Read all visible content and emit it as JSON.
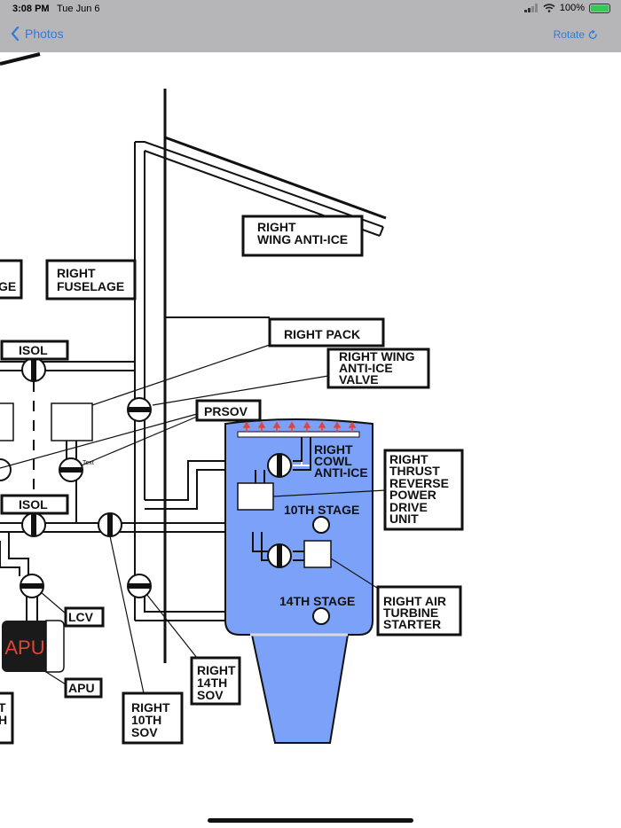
{
  "status": {
    "time": "3:08 PM",
    "date": "Tue Jun 6",
    "battery": "100%"
  },
  "nav": {
    "back_label": "Photos",
    "rotate_label": "Rotate"
  },
  "diagram": {
    "labels": {
      "right_wing_anti_ice_1": "RIGHT",
      "right_wing_anti_ice_2": "WING ANTI-ICE",
      "left_partial": "GE",
      "right_fuselage_1": "RIGHT",
      "right_fuselage_2": "FUSELAGE",
      "right_pack": "RIGHT PACK",
      "isol_top": "ISOL",
      "right_wing_valve_1": "RIGHT WING",
      "right_wing_valve_2": "ANTI-ICE",
      "right_wing_valve_3": "VALVE",
      "prsov": "PRSOV",
      "right_cowl_1": "RIGHT",
      "right_cowl_2": "COWL",
      "right_cowl_3": "ANTI-ICE",
      "right_thrust_1": "RIGHT",
      "right_thrust_2": "THRUST",
      "right_thrust_3": "REVERSE",
      "right_thrust_4": "POWER",
      "right_thrust_5": "DRIVE",
      "right_thrust_6": "UNIT",
      "text_note": "Text",
      "isol_bottom": "ISOL",
      "tenth_stage": "10TH STAGE",
      "fourteenth_stage": "14TH STAGE",
      "right_air_1": "RIGHT AIR",
      "right_air_2": "TURBINE",
      "right_air_3": "STARTER",
      "lcv": "LCV",
      "apu_unit": "APU",
      "apu_tag": "APU",
      "r14_1": "RIGHT",
      "r14_2": "14TH",
      "r14_3": "SOV",
      "r10_1": "RIGHT",
      "r10_2": "10TH",
      "r10_3": "SOV",
      "left_partial_2a": "T",
      "left_partial_2b": "H"
    },
    "colors": {
      "engine_fill": "#7ba1f8",
      "ink": "#111111",
      "arrow": "#e0453a",
      "apu_fill": "#1a1a1a",
      "apu_text": "#e0453a"
    }
  }
}
